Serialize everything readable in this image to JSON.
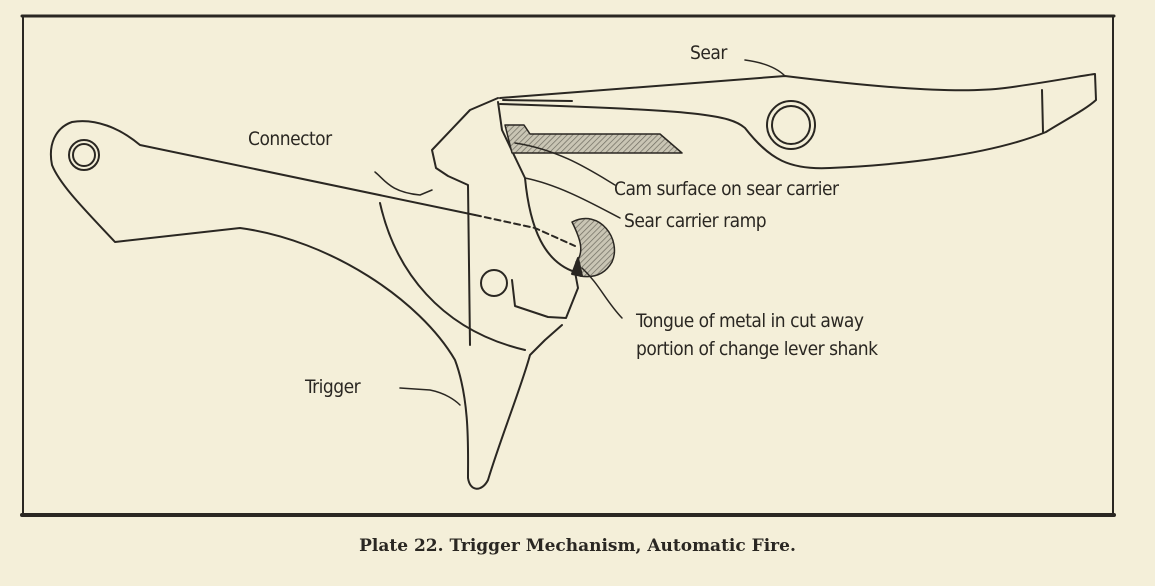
{
  "labels": {
    "sear": "Sear",
    "connector": "Connector",
    "cam_surface": "Cam surface on sear carrier",
    "sear_ramp": "Sear carrier ramp",
    "tongue_line1": "Tongue of metal in cut away",
    "tongue_line2": "portion of change lever shank",
    "trigger": "Trigger"
  },
  "caption": "Plate 22.  Trigger Mechanism, Automatic Fire.",
  "colors": {
    "paper": "#f4efd9",
    "ink": "#2a2722",
    "hatch": "#a8a496"
  }
}
